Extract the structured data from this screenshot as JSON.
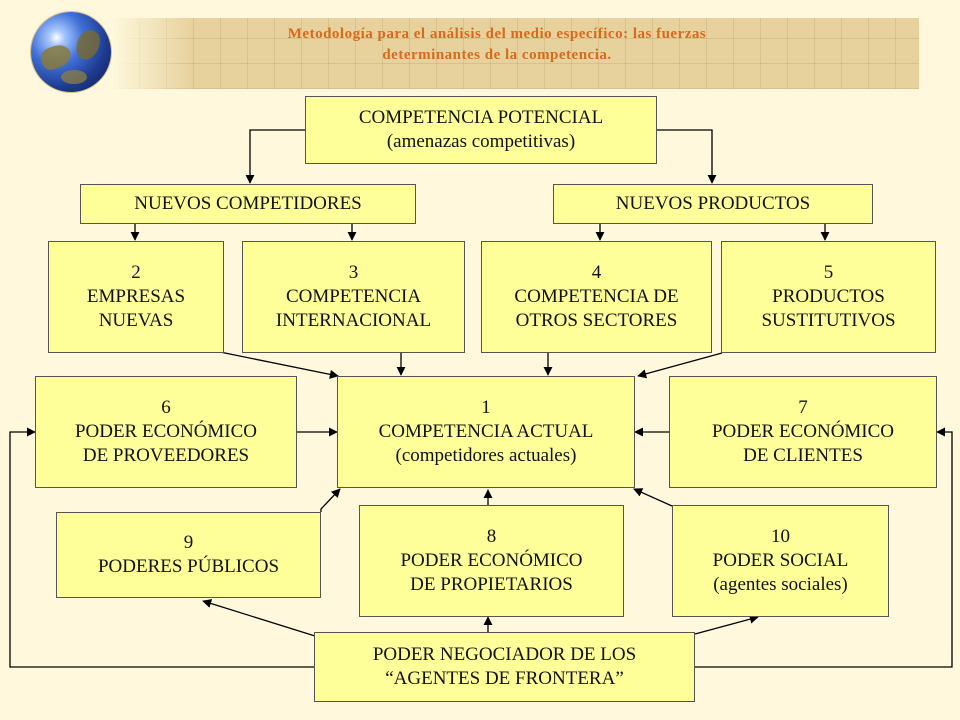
{
  "header": {
    "title_line1": "Metodología para el análisis del medio específico: las fuerzas",
    "title_line2": "determinantes de la competencia."
  },
  "nodes": {
    "potencial": {
      "line1": "COMPETENCIA POTENCIAL",
      "line2": "(amenazas competitivas)"
    },
    "nuevos_competidores": {
      "line1": "NUEVOS COMPETIDORES"
    },
    "nuevos_productos": {
      "line1": "NUEVOS PRODUCTOS"
    },
    "n2": {
      "number": "2",
      "line1": "EMPRESAS",
      "line2": "NUEVAS"
    },
    "n3": {
      "number": "3",
      "line1": "COMPETENCIA",
      "line2": "INTERNACIONAL"
    },
    "n4": {
      "number": "4",
      "line1": "COMPETENCIA DE",
      "line2": "OTROS SECTORES"
    },
    "n5": {
      "number": "5",
      "line1": "PRODUCTOS",
      "line2": "SUSTITUTIVOS"
    },
    "n6": {
      "number": "6",
      "line1": "PODER ECONÓMICO",
      "line2": "DE PROVEEDORES"
    },
    "n1": {
      "number": "1",
      "line1": "COMPETENCIA ACTUAL",
      "line2": "(competidores actuales)"
    },
    "n7": {
      "number": "7",
      "line1": "PODER ECONÓMICO",
      "line2": "DE CLIENTES"
    },
    "n9": {
      "number": "9",
      "line1": "PODERES PÚBLICOS"
    },
    "n8": {
      "number": "8",
      "line1": "PODER ECONÓMICO",
      "line2": "DE PROPIETARIOS"
    },
    "n10": {
      "number": "10",
      "line1": "PODER SOCIAL",
      "line2": "(agentes sociales)"
    },
    "frontera": {
      "line1": "PODER NEGOCIADOR DE LOS",
      "line2": "“AGENTES DE FRONTERA”"
    }
  },
  "colors": {
    "background": "#fff8dc",
    "box_fill": "#ffff99",
    "title": "#d86a1a",
    "line": "#000000"
  }
}
